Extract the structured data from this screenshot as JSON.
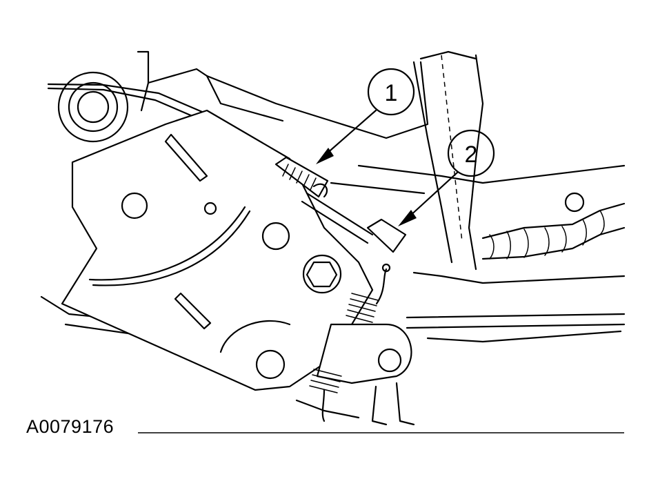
{
  "figure": {
    "id": "A0079176"
  },
  "callouts": [
    {
      "number": "1"
    },
    {
      "number": "2"
    }
  ],
  "colors": {
    "ink": "#000000",
    "paper": "#ffffff"
  }
}
